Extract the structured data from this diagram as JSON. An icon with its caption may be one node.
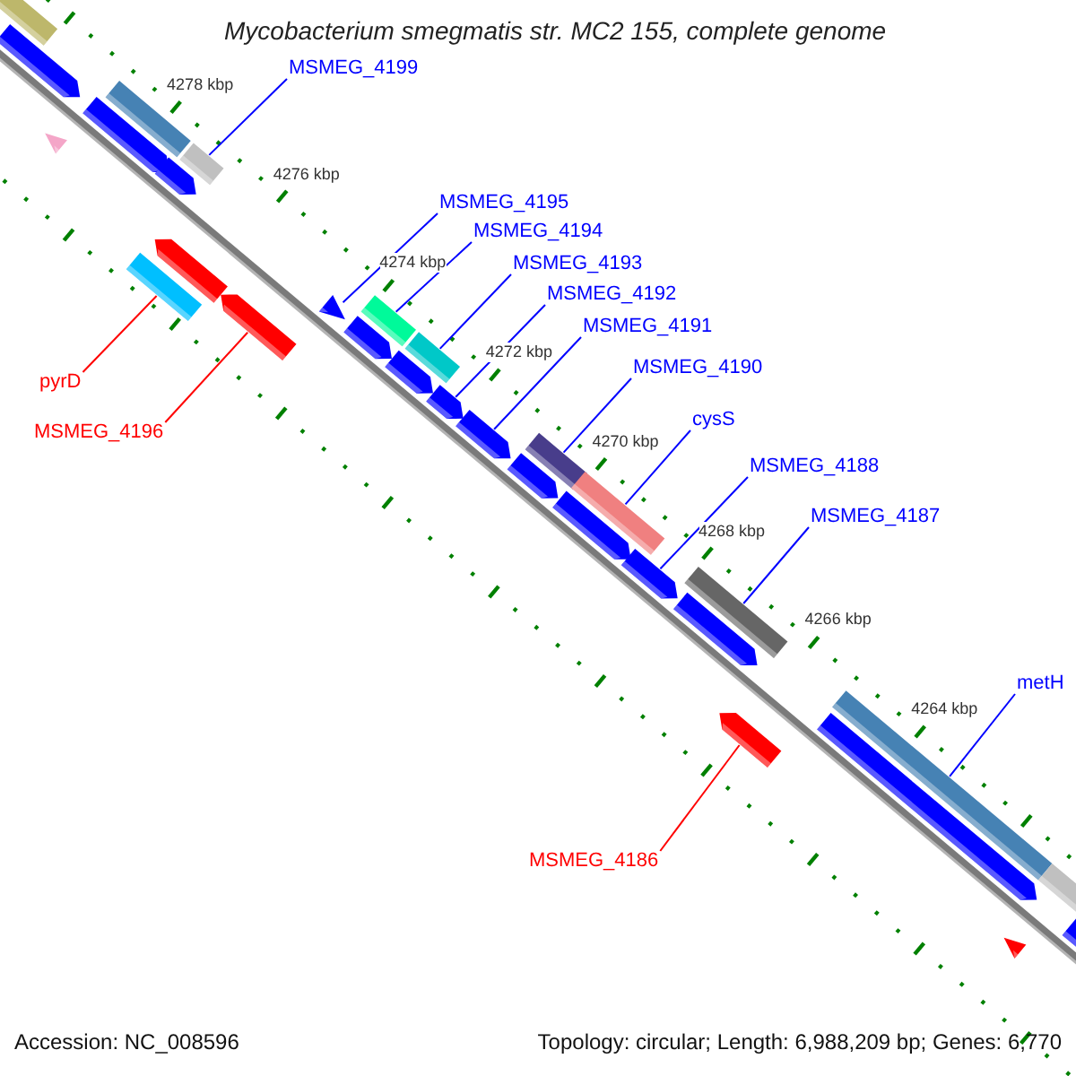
{
  "diagram": {
    "title": "Mycobacterium smegmatis str. MC2 155, complete genome",
    "nodes": [
      {
        "text": [
          "MSMEG_4199"
        ]
      },
      {
        "text": [
          "MSMEG_4195"
        ]
      },
      {
        "text": [
          "MSMEG_4194"
        ]
      },
      {
        "text": [
          "MSMEG_4193"
        ]
      },
      {
        "text": [
          "MSMEG_4192"
        ]
      },
      {
        "text": [
          "MSMEG_4191"
        ]
      },
      {
        "text": [
          "MSMEG_4190"
        ]
      },
      {
        "text": [
          "pyrD"
        ]
      },
      {
        "text": [
          "cysS"
        ]
      },
      {
        "text": [
          "MSMEG_4196"
        ]
      },
      {
        "text": [
          "MSMEG_4188"
        ]
      },
      {
        "text": [
          "MSMEG_4187"
        ]
      },
      {
        "text": [
          "metH"
        ]
      },
      {
        "text": [
          "MSMEG_4186"
        ]
      },
      {
        "text": [],
        "shape": "bar"
      },
      {
        "text": [],
        "shape": "bar"
      },
      {
        "text": [],
        "shape": "bar"
      },
      {
        "text": [],
        "shape": "bar"
      },
      {
        "text": [],
        "shape": "bar"
      },
      {
        "text": [],
        "shape": "bar"
      },
      {
        "text": [],
        "shape": "bar"
      },
      {
        "text": [],
        "shape": "bar"
      },
      {
        "text": [],
        "shape": "bar"
      },
      {
        "text": [],
        "shape": "bar"
      },
      {
        "text": [],
        "shape": "bar"
      },
      {
        "text": [],
        "shape": "bar"
      },
      {
        "text": [],
        "shape": "bar"
      },
      {
        "text": [],
        "shape": "bar"
      },
      {
        "text": [],
        "shape": "bar"
      },
      {
        "text": [],
        "shape": "bar"
      },
      {
        "text": [],
        "shape": "bar"
      },
      {
        "text": [],
        "shape": "bar"
      },
      {
        "text": [],
        "shape": "bar"
      },
      {
        "text": [],
        "shape": "bar"
      },
      {
        "text": [],
        "shape": "bar"
      },
      {
        "text": [],
        "shape": "bar"
      },
      {
        "text": [],
        "shape": "bar"
      },
      {
        "text": [],
        "shape": "bar"
      },
      {
        "text": [],
        "shape": "bar"
      },
      {
        "text": [],
        "shape": "bar"
      },
      {
        "text": [],
        "shape": "bar"
      },
      {
        "text": [],
        "shape": "bar"
      },
      {
        "text": [],
        "shape": "bar"
      },
      {
        "text": [],
        "shape": "bar"
      }
    ],
    "edges": [
      {
        "from": 0,
        "to": 20,
        "arrow": "none"
      },
      {
        "from": 1,
        "to": 24,
        "arrow": "none"
      },
      {
        "from": 2,
        "to": 26,
        "arrow": "none"
      },
      {
        "from": 3,
        "to": 28,
        "arrow": "none"
      },
      {
        "from": 4,
        "to": 29,
        "arrow": "none"
      },
      {
        "from": 5,
        "to": 30,
        "arrow": "none"
      },
      {
        "from": 6,
        "to": 32,
        "arrow": "none"
      },
      {
        "from": 7,
        "to": 21,
        "arrow": "none",
        "color": "#ff0000"
      },
      {
        "from": 8,
        "to": 34,
        "arrow": "none"
      },
      {
        "from": 9,
        "to": 23,
        "arrow": "none",
        "color": "#ff0000"
      },
      {
        "from": 10,
        "to": 35,
        "arrow": "none"
      },
      {
        "from": 11,
        "to": 37,
        "arrow": "none"
      },
      {
        "from": 12,
        "to": 39,
        "arrow": "none"
      },
      {
        "from": 13,
        "to": 38,
        "arrow": "none",
        "color": "#ff0000"
      }
    ],
    "labels": [
      "4278 kbp",
      "4276 kbp",
      "4274 kbp",
      "4272 kbp",
      "4270 kbp",
      "4268 kbp",
      "4266 kbp",
      "4264 kbp",
      "Accession: NC_008596",
      "Topology: circular; Length: 6,988,209 bp; Genes: 6,770"
    ]
  }
}
